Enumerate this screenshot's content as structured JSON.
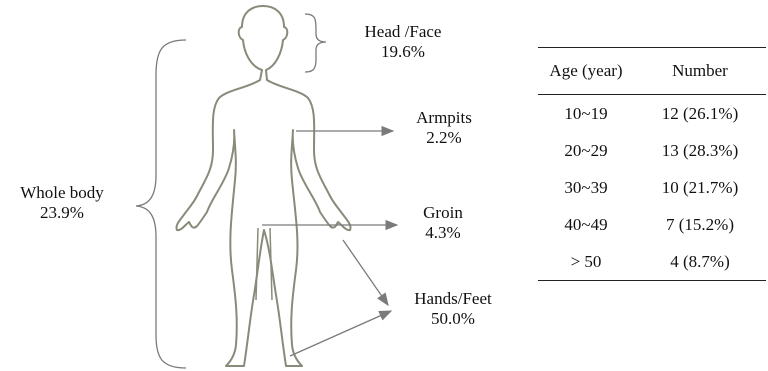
{
  "labels": {
    "head_face": {
      "name": "Head /Face",
      "pct": "19.6%"
    },
    "armpits": {
      "name": "Armpits",
      "pct": "2.2%"
    },
    "whole_body": {
      "name": "Whole body",
      "pct": "23.9%"
    },
    "groin": {
      "name": "Groin",
      "pct": "4.3%"
    },
    "hands_feet": {
      "name": "Hands/Feet",
      "pct": "50.0%"
    }
  },
  "table": {
    "headers": [
      "Age (year)",
      "Number"
    ],
    "rows": [
      [
        "10~19",
        "12 (26.1%)"
      ],
      [
        "20~29",
        "13 (28.3%)"
      ],
      [
        "30~39",
        "10 (21.7%)"
      ],
      [
        "40~49",
        "7 (15.2%)"
      ],
      [
        "> 50",
        "4  (8.7%)"
      ]
    ]
  },
  "colors": {
    "figure_outline": "#8a8a7a",
    "arrow": "#7a7a7a",
    "text": "#111111"
  }
}
